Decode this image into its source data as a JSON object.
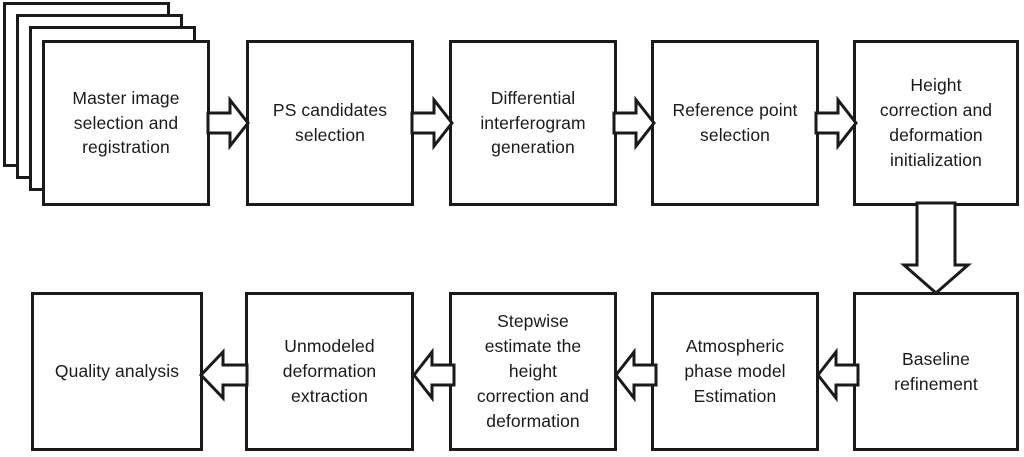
{
  "diagram": {
    "title": "PS-InSAR processing chain flowchart",
    "background_color": "#ffffff",
    "line_color": "#1a1a1a",
    "node_fill": "#ffffff",
    "arrow_fill": "#ffffff"
  },
  "nodes": [
    {
      "id": "master-image-selection-and-registration",
      "label": "Master image\nselection and\nregistration",
      "row": "top",
      "order": 1,
      "stacked": true,
      "stack_layers": 4
    },
    {
      "id": "ps-candidates-selection",
      "label": "PS candidates\nselection",
      "row": "top",
      "order": 2,
      "stacked": false
    },
    {
      "id": "differential-interferogram-generation",
      "label": "Differential\ninterferogram\ngeneration",
      "row": "top",
      "order": 3,
      "stacked": false
    },
    {
      "id": "reference-point-selection",
      "label": "Reference point\nselection",
      "row": "top",
      "order": 4,
      "stacked": false
    },
    {
      "id": "height-correction-and-deformation-initialization",
      "label": "Height\ncorrection and\ndeformation\ninitialization",
      "row": "top",
      "order": 5,
      "stacked": false
    },
    {
      "id": "baseline-refinement",
      "label": "Baseline\nrefinement",
      "row": "bottom",
      "order": 6,
      "stacked": false
    },
    {
      "id": "atmospheric-phase-model-estimation",
      "label": "Atmospheric\nphase model\nEstimation",
      "row": "bottom",
      "order": 7,
      "stacked": false
    },
    {
      "id": "stepwise-estimate-the-height-correction-and-deformation",
      "label": "Stepwise\nestimate the\nheight\ncorrection and\ndeformation",
      "row": "bottom",
      "order": 8,
      "stacked": false
    },
    {
      "id": "unmodeled-deformation-extraction",
      "label": "Unmodeled\ndeformation\nextraction",
      "row": "bottom",
      "order": 9,
      "stacked": false
    },
    {
      "id": "quality-analysis",
      "label": "Quality analysis",
      "row": "bottom",
      "order": 10,
      "stacked": false
    }
  ],
  "connectors": [
    {
      "id": "arrow-1",
      "from": "master-image-selection-and-registration",
      "to": "ps-candidates-selection",
      "direction": "right"
    },
    {
      "id": "arrow-2",
      "from": "ps-candidates-selection",
      "to": "differential-interferogram-generation",
      "direction": "right"
    },
    {
      "id": "arrow-3",
      "from": "differential-interferogram-generation",
      "to": "reference-point-selection",
      "direction": "right"
    },
    {
      "id": "arrow-4",
      "from": "reference-point-selection",
      "to": "height-correction-and-deformation-initialization",
      "direction": "right"
    },
    {
      "id": "arrow-5",
      "from": "height-correction-and-deformation-initialization",
      "to": "baseline-refinement",
      "direction": "down"
    },
    {
      "id": "arrow-6",
      "from": "baseline-refinement",
      "to": "atmospheric-phase-model-estimation",
      "direction": "left"
    },
    {
      "id": "arrow-7",
      "from": "atmospheric-phase-model-estimation",
      "to": "stepwise-estimate-the-height-correction-and-deformation",
      "direction": "left"
    },
    {
      "id": "arrow-8",
      "from": "stepwise-estimate-the-height-correction-and-deformation",
      "to": "unmodeled-deformation-extraction",
      "direction": "left"
    },
    {
      "id": "arrow-9",
      "from": "unmodeled-deformation-extraction",
      "to": "quality-analysis",
      "direction": "left"
    }
  ]
}
